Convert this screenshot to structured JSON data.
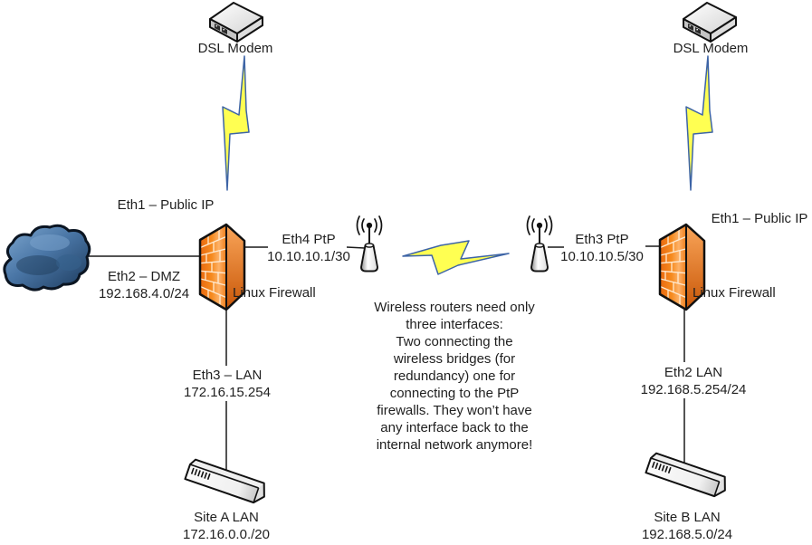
{
  "site_a": {
    "modem_label": "DSL Modem",
    "eth1": "Eth1 – Public IP",
    "eth2_label": "Eth2 – DMZ",
    "eth2_ip": "192.168.4.0/24",
    "eth4_label": "Eth4 PtP",
    "eth4_ip": "10.10.10.1/30",
    "firewall_label": "Linux Firewall",
    "eth3_label": "Eth3 – LAN",
    "eth3_ip": "172.16.15.254",
    "lan_label": "Site A LAN",
    "lan_ip": "172.16.0.0./20"
  },
  "site_b": {
    "modem_label": "DSL Modem",
    "eth1": "Eth1 – Public IP",
    "eth3_label": "Eth3 PtP",
    "eth3_ip": "10.10.10.5/30",
    "firewall_label": "Linux Firewall",
    "eth2_label": "Eth2 LAN",
    "eth2_ip": "192.168.5.254/24",
    "lan_label": "Site B LAN",
    "lan_ip": "192.168.5.0/24"
  },
  "note_lines": [
    "Wireless routers need only",
    "three interfaces:",
    "Two connecting the",
    "wireless bridges (for",
    "redundancy) one for",
    "connecting to the PtP",
    "firewalls. They won’t have",
    "any interface back to the",
    "internal network anymore!"
  ],
  "icons": {
    "dsl_modem": "dsl-modem-icon",
    "lightning_bolt": "lightning-bolt-icon",
    "internet_cloud": "cloud-icon",
    "firewall": "firewall-icon",
    "wireless_router": "wireless-router-icon",
    "lan_switch": "lan-switch-icon"
  },
  "colors": {
    "firewall_orange": "#F68B1F",
    "bolt_yellow": "#FFFF52",
    "bolt_outline_blue": "#3D64A6",
    "cloud_blue": "#4A76A6",
    "line_black": "#1A1A1A",
    "text": "#1F1F1F",
    "background": "#FFFFFF"
  }
}
